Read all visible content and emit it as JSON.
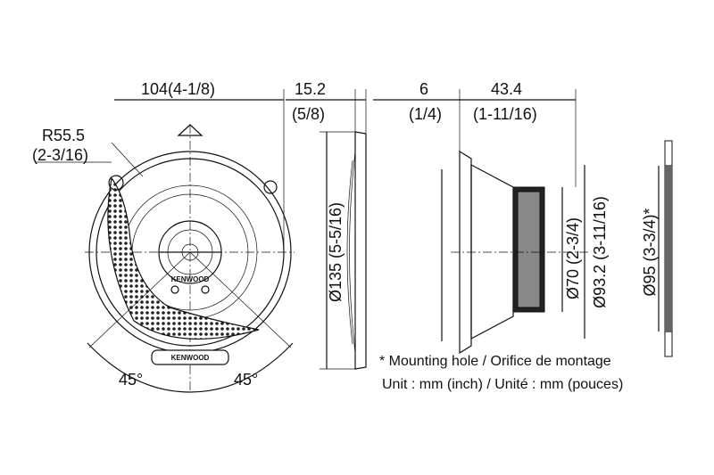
{
  "dimensions": {
    "width_front": "104(4-1/8)",
    "depth_flange_mm": "15.2",
    "depth_flange_in": "(5/8)",
    "gap_mm": "6",
    "gap_in": "(1/4)",
    "depth_mm": "43.4",
    "depth_in": "(1-11/16)",
    "radius_mm": "R55.5",
    "radius_in": "(2-3/16)",
    "outer_diameter": "Ø135 (5-5/16)",
    "magnet_diameter": "Ø70 (2-3/4)",
    "basket_diameter": "Ø93.2 (3-11/16)",
    "mounting_hole_diameter": "Ø95 (3-3/4)*",
    "angle_left": "45°",
    "angle_right": "45°"
  },
  "brand": {
    "logo_grille": "KENWOOD",
    "logo_cone": "KENWOOD"
  },
  "notes": {
    "mounting_hole": "* Mounting hole / Orifice de montage",
    "unit": "Unit : mm (inch) / Unité : mm (pouces)"
  }
}
